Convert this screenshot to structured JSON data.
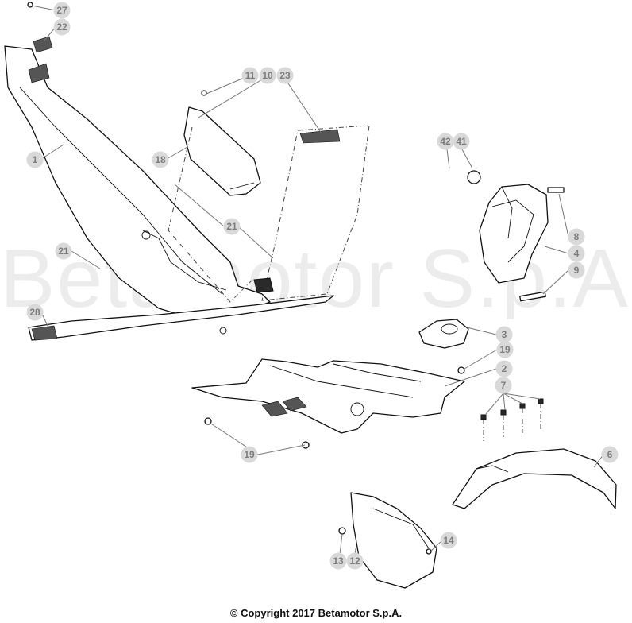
{
  "watermark": "Betamotor S.p.A.",
  "copyright": "© Copyright 2017 Betamotor S.p.A.",
  "callouts": [
    {
      "id": "c27",
      "label": "27"
    },
    {
      "id": "c22",
      "label": "22"
    },
    {
      "id": "c11",
      "label": "11"
    },
    {
      "id": "c10",
      "label": "10"
    },
    {
      "id": "c23",
      "label": "23"
    },
    {
      "id": "c1",
      "label": "1"
    },
    {
      "id": "c18",
      "label": "18"
    },
    {
      "id": "c21a",
      "label": "21"
    },
    {
      "id": "c21b",
      "label": "21"
    },
    {
      "id": "c28",
      "label": "28"
    },
    {
      "id": "c42",
      "label": "42"
    },
    {
      "id": "c41",
      "label": "41"
    },
    {
      "id": "c8",
      "label": "8"
    },
    {
      "id": "c4",
      "label": "4"
    },
    {
      "id": "c9",
      "label": "9"
    },
    {
      "id": "c3",
      "label": "3"
    },
    {
      "id": "c19a",
      "label": "19"
    },
    {
      "id": "c2",
      "label": "2"
    },
    {
      "id": "c7",
      "label": "7"
    },
    {
      "id": "c19b",
      "label": "19"
    },
    {
      "id": "c6",
      "label": "6"
    },
    {
      "id": "c14",
      "label": "14"
    },
    {
      "id": "c13",
      "label": "13"
    },
    {
      "id": "c12",
      "label": "12"
    }
  ]
}
